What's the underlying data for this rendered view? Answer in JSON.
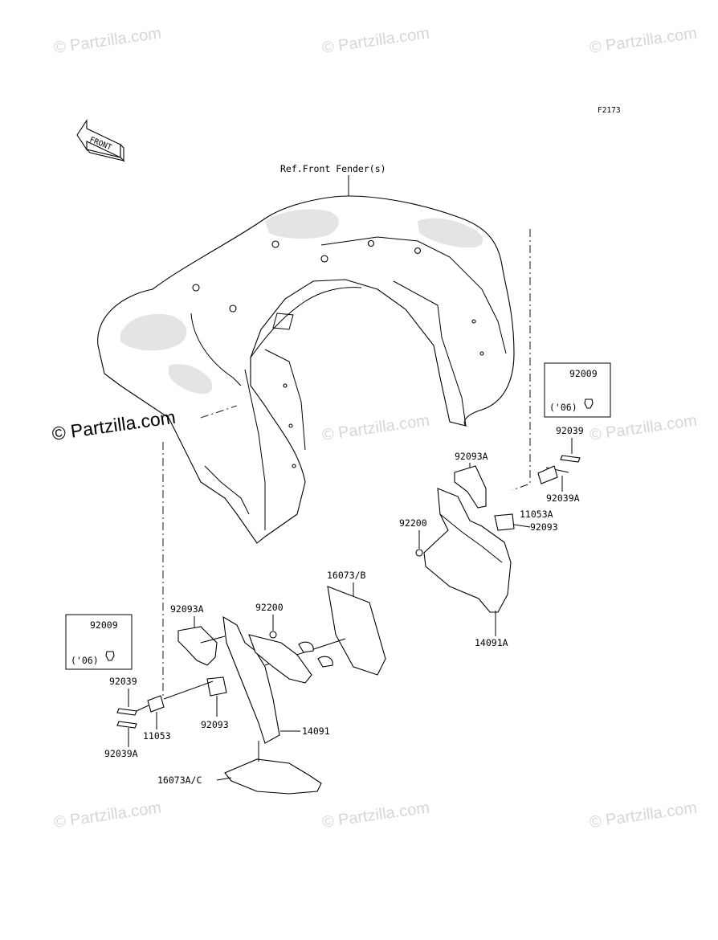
{
  "diagram_code": "F2173",
  "front_arrow_label": "FRONT",
  "watermark": "© Partzilla.com",
  "watermark_prominent": "© Partzilla.com",
  "reference": "Ref.Front Fender(s)",
  "parts": {
    "p92009_right": "92009",
    "p06_right": "('06)",
    "p92039_right": "92039",
    "p92039A_right": "92039A",
    "p11053A": "11053A",
    "p92093A_right": "92093A",
    "p92093_right": "92093",
    "p92200_right": "92200",
    "p14091A": "14091A",
    "p16073B": "16073/B",
    "p92200_left": "92200",
    "p92093A_left": "92093A",
    "p92009_left": "92009",
    "p06_left": "('06)",
    "p92039_left": "92039",
    "p92039A_left": "92039A",
    "p11053": "11053",
    "p92093_left": "92093",
    "p14091": "14091",
    "p16073AC": "16073A/C"
  }
}
